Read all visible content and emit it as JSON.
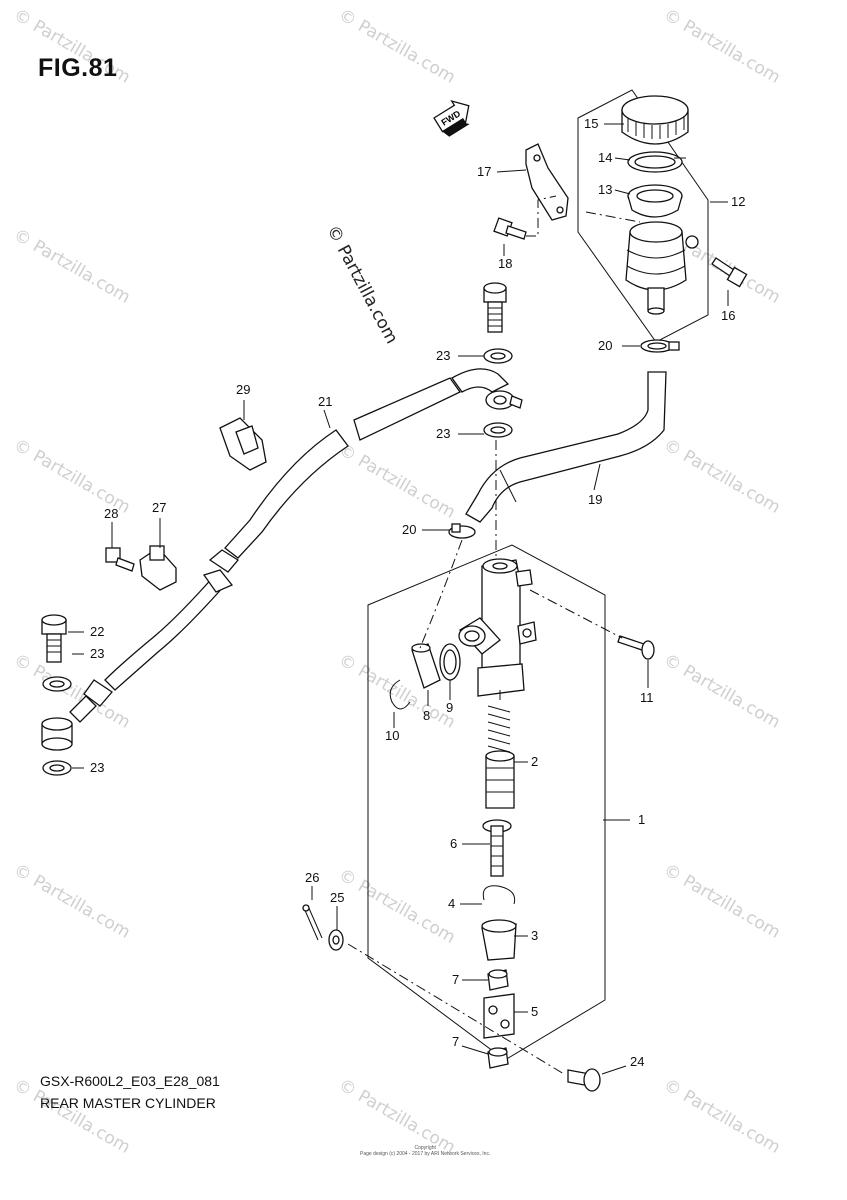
{
  "figure": {
    "title": "FIG.81",
    "model_code": "GSX-R600L2_E03_E28_081",
    "assembly_name": "REAR MASTER CYLINDER",
    "fwd_label": "FWD",
    "center_watermark": "© Partzilla.com",
    "watermark": "© Partzilla.com",
    "copyright_line1": "Copyright",
    "copyright_line2": "Page design (c) 2004 - 2017 by ARI Network Services, Inc."
  },
  "callouts": [
    "1",
    "2",
    "3",
    "4",
    "5",
    "6",
    "7",
    "7",
    "8",
    "9",
    "10",
    "11",
    "12",
    "13",
    "14",
    "15",
    "16",
    "17",
    "18",
    "19",
    "20",
    "20",
    "21",
    "22",
    "23",
    "23",
    "23",
    "23",
    "24",
    "25",
    "26",
    "27",
    "28",
    "29"
  ]
}
